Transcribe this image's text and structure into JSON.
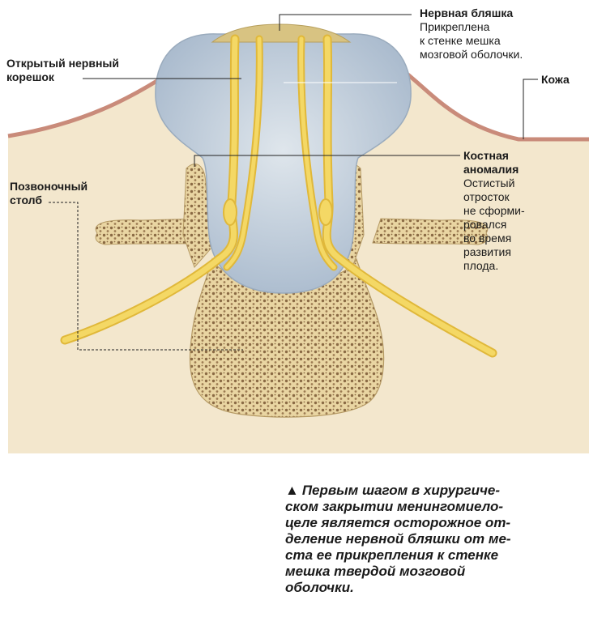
{
  "labels": {
    "neural_plaque": {
      "title": "Нервная бляшка",
      "lines": [
        "Прикреплена",
        "к стенке мешка",
        "мозговой оболочки."
      ]
    },
    "open_nerve_root": {
      "lines": [
        "Открытый нервный",
        "корешок"
      ]
    },
    "skin": {
      "title": "Кожа"
    },
    "bone_anomaly": {
      "title_lines": [
        "Костная",
        "аномалия"
      ],
      "lines": [
        "Остистый",
        "отросток",
        "не сформи-",
        "ровался",
        "во время",
        "развития",
        "плода."
      ]
    },
    "spinal_column": {
      "lines": [
        "Позвоночный",
        "столб"
      ]
    }
  },
  "caption": {
    "marker": "▲",
    "lines": [
      "Первым шагом в хирургиче-",
      "ском закрытии менингомиело-",
      "целе является осторожное от-",
      "деление нервной бляшки от ме-",
      "ста ее прикрепления к стенке",
      "мешка твердой мозговой",
      "оболочки."
    ]
  },
  "colors": {
    "background_tissue": "#f3e7cd",
    "skin": "#c98b7a",
    "sac": "#b9c8d8",
    "nerve": "#f1d35a",
    "bone": "#e9d5a2",
    "bone_pore": "#8a6a44",
    "plaque": "#d8c382"
  }
}
